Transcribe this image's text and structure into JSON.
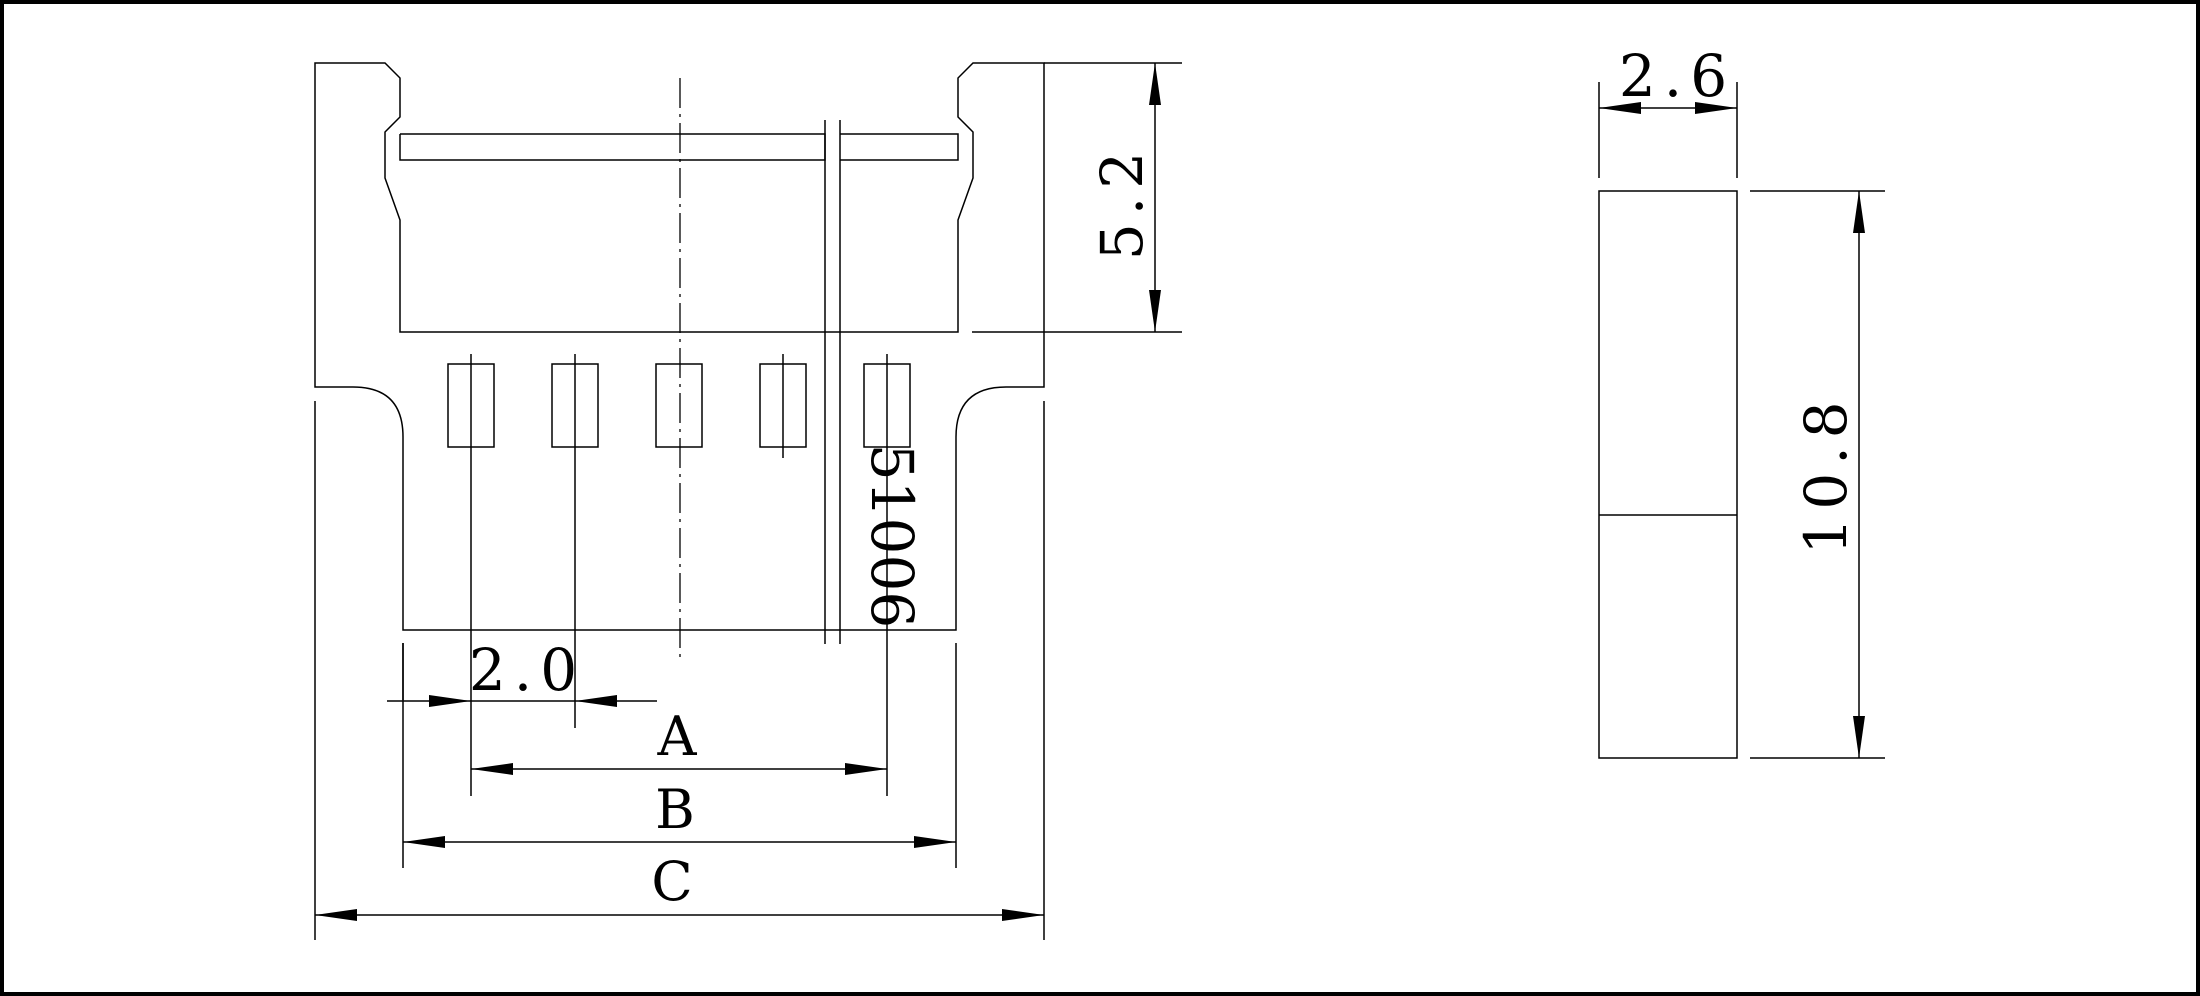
{
  "drawing": {
    "part_marking": "51006",
    "front_view": {
      "pitch_label": "2.0",
      "dim_a_label": "A",
      "dim_b_label": "B",
      "dim_c_label": "C",
      "height_label": "5.2"
    },
    "side_view": {
      "width_label": "2.6",
      "height_label": "10.8"
    },
    "colors": {
      "line": "#000000",
      "background": "#ffffff"
    }
  }
}
